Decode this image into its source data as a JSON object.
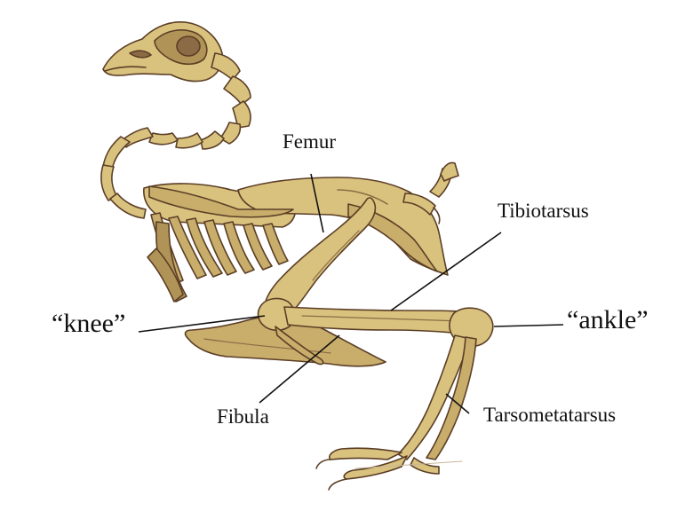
{
  "labels": {
    "femur": "Femur",
    "tibiotarsus": "Tibiotarsus",
    "knee": "“knee”",
    "ankle": "“ankle”",
    "fibula": "Fibula",
    "tarsometatarsus": "Tarsometatarsus"
  },
  "colors": {
    "bone": "#d9c27e",
    "bone_shadow": "#b09457",
    "bone_dark": "#8b6b45",
    "outline": "#5b3e26",
    "leader": "#111111"
  }
}
